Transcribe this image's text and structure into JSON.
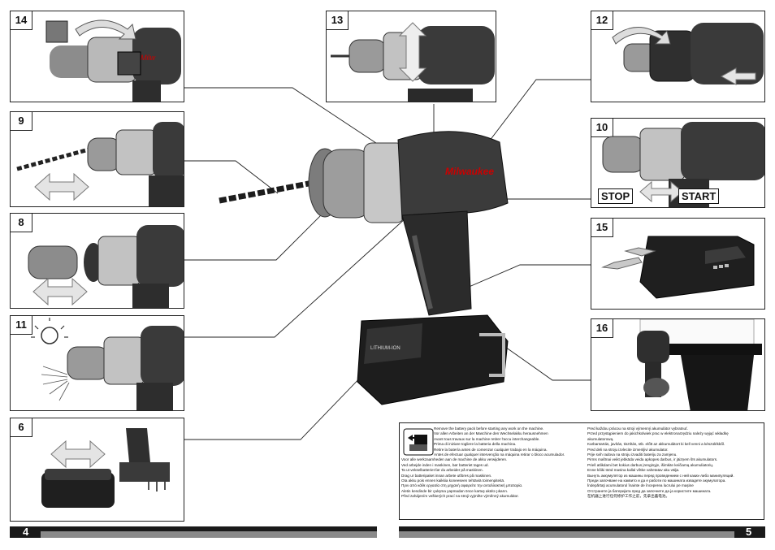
{
  "panels": {
    "p14": "14",
    "p9": "9",
    "p8": "8",
    "p11": "11",
    "p6": "6",
    "p13": "13",
    "p12": "12",
    "p10": "10",
    "p15": "15",
    "p16": "16"
  },
  "buttons": {
    "stop": "STOP",
    "start": "START"
  },
  "brand": "Milwaukee",
  "battery_label": "LITHIUM-ION",
  "pages": {
    "left": "4",
    "right": "5"
  },
  "notice_left": [
    "Remove the battery pack before starting any work on the machine.",
    "Vor allen Arbeiten an der Maschine den Wechselakku herausnehmen",
    "Avant tous travaux sur la machine retirer l'accu interchangeable.",
    "Prima di iniziare togliere la batteria della machina.",
    "Retire la batería antes de comenzar cualquier trabajo en la máquina.",
    "Antes de efectuar qualquer intervenção na máquina retirar o bloco acumulador.",
    "Voor alle werkzaamheden aan de machine de akku verwijderen.",
    "Ved arbejde inden i maskinen, bør batteriet tages ud.",
    "Ta ut vekselbatteriet før du arbeider på maskinen.",
    "Drag ur batteripaket innan arbete utföres på maskinen.",
    "Ota akku pois ennen kaikkia koneeseen tehtäviä toimenpiteitä.",
    "Πριν από κάθε εργασία στη μηχανή αφαιρείτε την ανταλλακτική μπαταρία.",
    "Aletin kendinde bir çalışma yapmadan önce kartuş akülü çıkarın.",
    "Před zahájením veškerých prací na stroji vyjměte výměnný akumulátor."
  ],
  "notice_right": [
    "Pred každou prácou na stroji výmenný akumulátor vybratnuť.",
    "Przed przystąpieniem do jakichkolwiek prac w elektronarzędziu należy wyjąć wkładkę",
    "akumulatorową.",
    "Karbantartás, javítás, tisztítás, stb. előtt az akkumulátort ki kell venni a készülékből.",
    "Pred deli na stroju izvlecite izmenljivi akumulator.",
    "Prije svih radova na stroju izvaditi bateriju za zamjenu.",
    "Pirms mašīnai veikt jebkāda veida apkopes darbus, ir jāizņem šīs akumulators.",
    "Prieš atlikdami bet kokius darbus įrenginyje, išimkite keičiamą akumuliatorių.",
    "Enne kõiki tööd masina kallal võtke vahetatav aku välja.",
    "Вынуть аккумулятор из машины перед проведением с ней каких-либо манипуляций.",
    "Преди започване на каквито и да е работи по машината извадете акумулатора.",
    "Îndepărtaţi acumulatorul înainte de începerea lucrului pe maşine",
    "Отстранете ја батеријата пред да започнете да ја користите машината.",
    "在机器上进行任何修护工作之前，先拿出蓄电池。"
  ]
}
